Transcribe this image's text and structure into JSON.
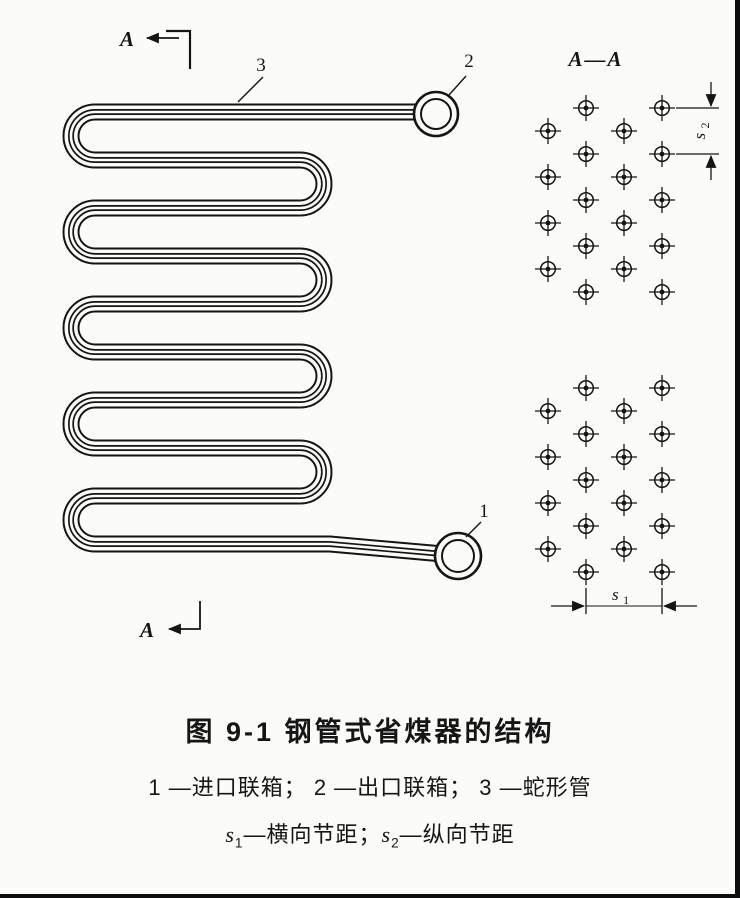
{
  "figure": {
    "section_label_top": "A",
    "section_label_bottom": "A",
    "section_view_title": "A—A",
    "labels": {
      "coil": "3",
      "outlet_header": "2",
      "inlet_header": "1"
    },
    "dims": {
      "s1": {
        "base": "s",
        "sub": "1"
      },
      "s2": {
        "base": "s",
        "sub": "2"
      }
    }
  },
  "caption": {
    "title": "图 9-1  钢管式省煤器的结构",
    "legend_line": "1 —进口联箱； 2 —出口联箱； 3 —蛇形管",
    "dim_legend": {
      "s1": {
        "base": "s",
        "sub": "1",
        "text": "—横向节距；"
      },
      "s2": {
        "base": "s",
        "sub": "2",
        "text": "—纵向节距"
      }
    }
  },
  "colors": {
    "ink": "#151515",
    "paper": "#fbfbf8"
  }
}
